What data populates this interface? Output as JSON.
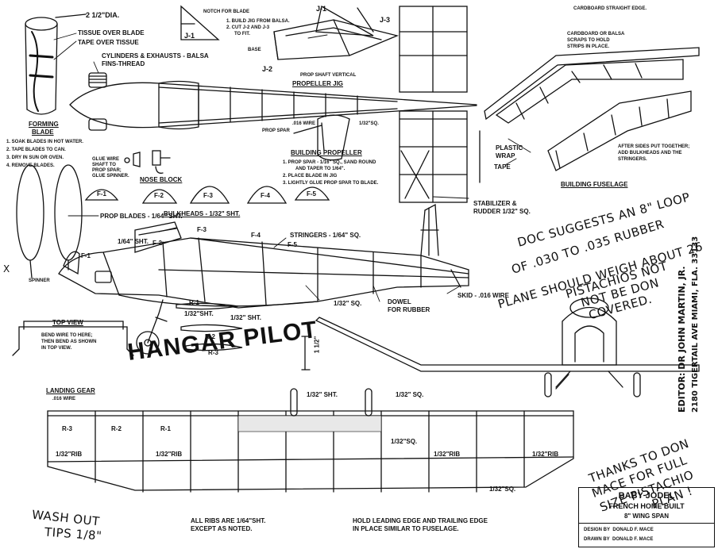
{
  "forming": {
    "dia": "2 1/2\"DIA.",
    "tissue_over_blade": "TISSUE OVER BLADE",
    "tape_over_tissue": "TAPE OVER TISSUE",
    "title_line1": "FORMING",
    "title_line2": "BLADE",
    "steps": [
      "1. SOAK BLADES IN HOT WATER.",
      "2. TAPE BLADES TO CAN.",
      "3. DRY IN SUN OR OVEN.",
      "4. REMOVE BLADES."
    ]
  },
  "engine": {
    "cylinders_line1": "CYLINDERS & EXHAUSTS - BALSA",
    "cylinders_line2": "FINS-THREAD"
  },
  "jig": {
    "notch": "NOTCH FOR BLADE",
    "j1": "J-1",
    "j1b": "J-1",
    "j2": "J-2",
    "j3": "J-3",
    "base": "BASE",
    "step1": "1. BUILD JIG FROM BALSA.",
    "step2": "2. CUT J-2 AND J-3",
    "step2b": "TO FIT.",
    "prop_shaft_vertical": "PROP SHAFT VERTICAL",
    "title": "PROPELLER JIG"
  },
  "propeller": {
    "wire": ".016 WIRE",
    "prop_spar": "PROP SPAR",
    "title": "BUILDING PROPELLER",
    "step1": "1. PROP SPAR - 1/16\" SQ., SAND ROUND",
    "step1b": "AND TAPER TO 1/64\".",
    "step2": "2. PLACE BLADE IN JIG",
    "step3": "3. LIGHTLY GLUE PROP SPAR TO BLADE.",
    "glue_wire": "GLUE WIRE",
    "shaft_to": "SHAFT TO",
    "prop_spar2": "PROP SPAR;",
    "glue_spinner": "GLUE SPINNER.",
    "nose_block": "NOSE BLOCK",
    "prop_blades": "PROP BLADES - 1/64\" SHT.",
    "spinner": "SPINNER"
  },
  "bulkheads": {
    "labels": [
      "F-1",
      "F-2",
      "F-3",
      "F-4",
      "F-5"
    ],
    "title": "BULKHEADS - 1/32\" SHT."
  },
  "fuselage": {
    "sq_label": "1/32\"SQ.",
    "f3": "F-3",
    "f4": "F-4",
    "f5": "F-5",
    "f1": "F-1",
    "f2": "F-2",
    "sht_label": "1/64\" SHT.",
    "stringers": "STRINGERS - 1/64\" SQ.",
    "stab_rudder": "STABILIZER &",
    "stab_rudder2": "RUDDER 1/32\" SQ.",
    "sq2": "1/32\" SQ.",
    "dowel": "DOWEL",
    "for_rubber": "FOR RUBBER",
    "skid": "SKID - .016 WIRE",
    "r1": "R-1",
    "sht2": "1/32\"SHT.",
    "sht3": "1/32\" SHT.",
    "r2": "R-2",
    "r3": "R-3",
    "dihedral": "1 1/2\""
  },
  "building_fuselage": {
    "straight_edge": "CARDBOARD STRAIGHT EDGE.",
    "scraps_line1": "CARDBOARD OR BALSA",
    "scraps_line2": "SCRAPS TO HOLD",
    "scraps_line3": "STRIPS IN PLACE.",
    "plastic_wrap1": "PLASTIC",
    "plastic_wrap2": "WRAP",
    "tape": "TAPE",
    "after_sides1": "AFTER SIDES PUT TOGETHER;",
    "after_sides2": "ADD BULKHEADS AND THE",
    "after_sides3": "STRINGERS.",
    "title": "BUILDING FUSELAGE"
  },
  "landing_gear": {
    "top_view": "TOP VIEW",
    "bend1": "BEND WIRE TO HERE;",
    "bend2": "THEN BEND AS SHOWN",
    "bend3": "IN TOP VIEW.",
    "title": "LANDING GEAR",
    "wire": ".016 WIRE"
  },
  "wing": {
    "sht": "1/32\" SHT.",
    "sq": "1/32\" SQ.",
    "r3": "R-3",
    "r2": "R-2",
    "r1": "R-1",
    "rib": "1/32\"RIB",
    "rib2": "1/32\"RIB",
    "rib3": "1/32\"RIB",
    "rib4": "1/32\"RIB",
    "sq2": "1/32\"SQ.",
    "sq3": "1/32\"SQ.",
    "all_ribs1": "ALL RIBS ARE 1/64\"SHT.",
    "all_ribs2": "EXCEPT AS NOTED.",
    "hold1": "HOLD LEADING EDGE AND TRAILING EDGE",
    "hold2": "IN PLACE SIMILAR TO FUSELAGE."
  },
  "title_block": {
    "name": "BABY JODEL",
    "subtitle": "FRENCH HOME BUILT",
    "span": "8\" WING SPAN",
    "design_by_label": "DESIGN BY",
    "design_by": "DONALD F. MACE",
    "drawn_by_label": "DRAWN BY",
    "drawn_by": "DONALD F. MACE"
  },
  "brand": "HANGAR PILOT",
  "handwritten": {
    "doc1": "DOC SUGGESTS AN 8\" LOOP",
    "doc2": "OF .030 TO .035 RUBBER",
    "plane": "PLANE SHOULD WEIGH ABOUT 26",
    "pist1": "PISTACHIOS NOT",
    "pist2": "NOT BE DON",
    "covered": "COVERED.",
    "thanks1": "THANKS TO DON",
    "thanks2": "MACE FOR FULL",
    "thanks3": "SIZE PISTACHIO",
    "thanks4": "PLAN !",
    "editor1": "EDITOR: DR JOHN MARTIN, JR.",
    "editor2": "2180 TIGERTAIL AVE MIAMI, FLA. 33133",
    "wash1": "WASH OUT",
    "wash2": "TIPS 1/8\"",
    "x": "X"
  }
}
